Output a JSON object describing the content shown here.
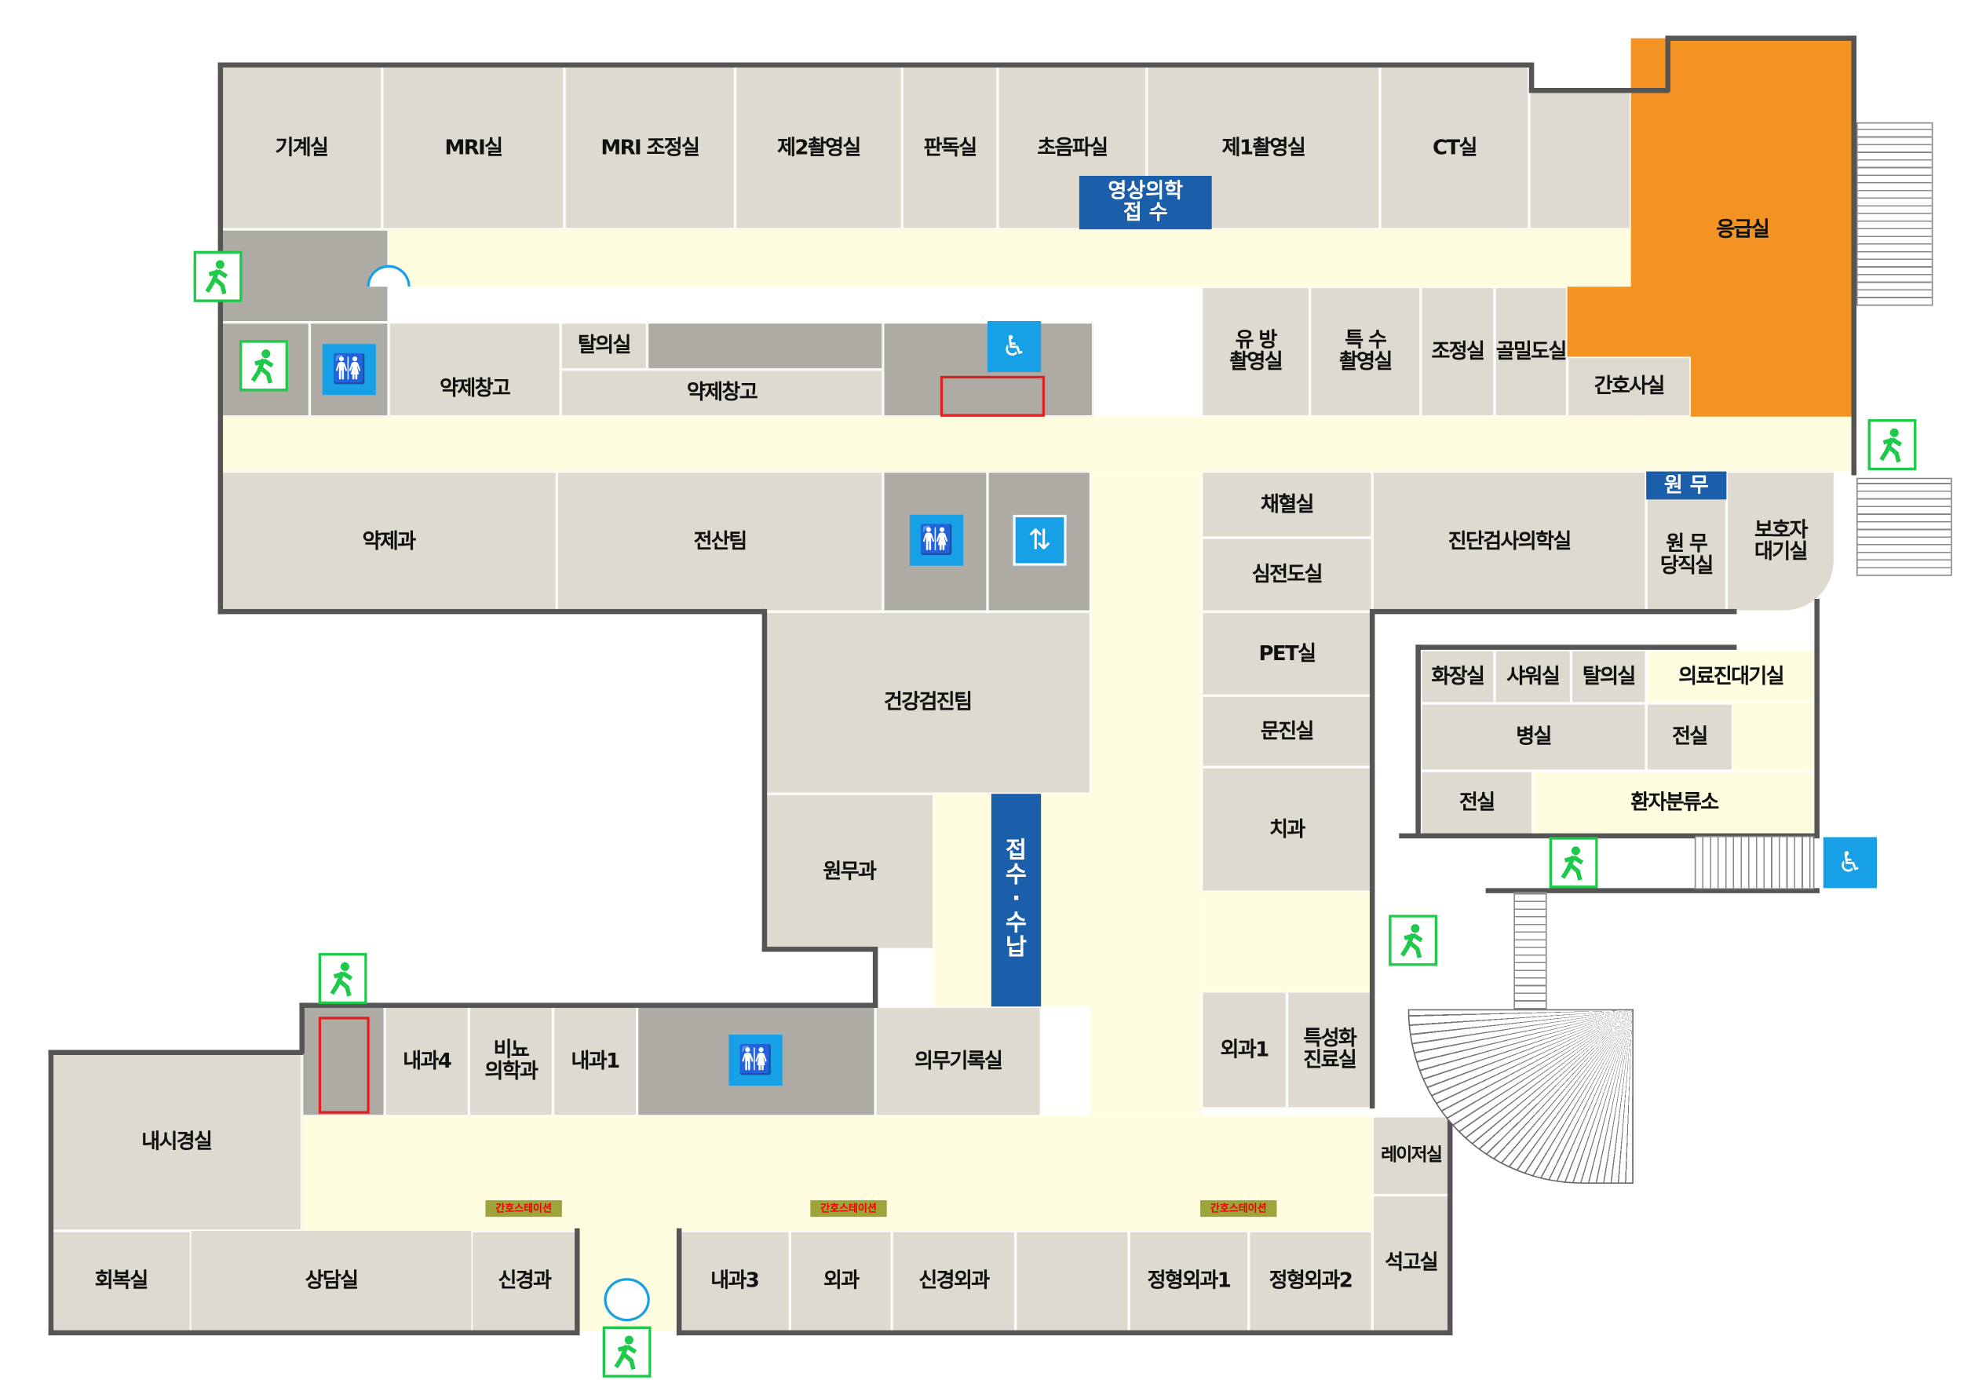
{
  "title": "1층 안내도",
  "rooms": {
    "mechanical": "기계실",
    "mri": "MRI실",
    "mri_control": "MRI 조정실",
    "xray2": "제2촬영실",
    "reading": "판독실",
    "ultrasound": "초음파실",
    "xray1": "제1촬영실",
    "ct": "CT실",
    "emergency": "응급실",
    "mammo": "유  방\n촬영실",
    "special_xray": "특  수\n촬영실",
    "control": "조정실",
    "bone_density": "골밀도실",
    "nurse_room": "간호사실",
    "pharm_storage1": "약제창고",
    "changing1": "탈의실",
    "pharm_storage2": "약제창고",
    "pharmacy": "약제과",
    "it_team": "전산팀",
    "blood_draw": "채혈실",
    "ecg": "심전도실",
    "lab_medicine": "진단검사의학실",
    "admin_duty": "원  무\n당직실",
    "guardian_wait": "보호자\n대기실",
    "pet": "PET실",
    "consult_q": "문진실",
    "dental": "치과",
    "checkup_team": "건강검진팀",
    "admin_dept": "원무과",
    "toilet_room": "화장실",
    "shower": "샤워실",
    "changing2": "탈의실",
    "staff_wait": "의료진대기실",
    "ward": "병실",
    "anteroom1": "전실",
    "anteroom2": "전실",
    "triage": "환자분류소",
    "im4": "내과4",
    "urology": "비뇨\n의학과",
    "im1": "내과1",
    "records": "의무기록실",
    "surgery1": "외과1",
    "specialized": "특성화\n진료실",
    "endoscopy": "내시경실",
    "recovery": "회복실",
    "counseling": "상담실",
    "neurology": "신경과",
    "im3": "내과3",
    "surgery": "외과",
    "neurosurgery": "신경외과",
    "ortho1": "정형외과1",
    "ortho2": "정형외과2",
    "laser": "레이저실",
    "cast": "석고실"
  },
  "signs": {
    "radiology_reception": "영상의학\n접    수",
    "admin_sign": "원  무",
    "reception_payment": "접\n수\n·\n수\n납",
    "nurse_station": "간호스테이션"
  },
  "colors": {
    "room": "#dedad0",
    "corridor": "#fffde0",
    "emergency": "#f39422",
    "sign": "#1b5eaa",
    "exit": "#1fc94a",
    "restroom": "#17a0e6"
  }
}
